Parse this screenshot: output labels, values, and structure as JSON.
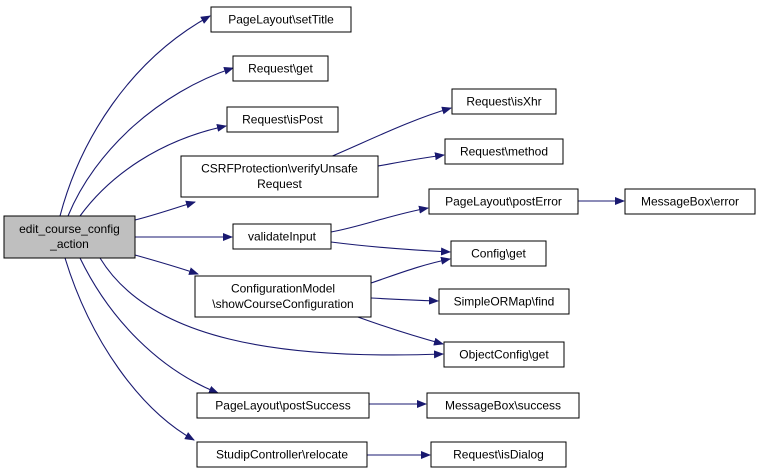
{
  "colors": {
    "edge": "#191970",
    "node_border": "#000000",
    "node_fill": "#ffffff",
    "root_fill": "#bfbfbf"
  },
  "nodes": {
    "root": [
      "edit_course_config",
      "_action"
    ],
    "setTitle": [
      "PageLayout\\setTitle"
    ],
    "reqGet": [
      "Request\\get"
    ],
    "isPost": [
      "Request\\isPost"
    ],
    "isXhr": [
      "Request\\isXhr"
    ],
    "csrf": [
      "CSRFProtection\\verifyUnsafe",
      "Request"
    ],
    "method": [
      "Request\\method"
    ],
    "postError": [
      "PageLayout\\postError"
    ],
    "msgError": [
      "MessageBox\\error"
    ],
    "validate": [
      "validateInput"
    ],
    "configGet": [
      "Config\\get"
    ],
    "cfgModel": [
      "ConfigurationModel",
      "\\showCourseConfiguration"
    ],
    "ormFind": [
      "SimpleORMap\\find"
    ],
    "objGet": [
      "ObjectConfig\\get"
    ],
    "postSuccess": [
      "PageLayout\\postSuccess"
    ],
    "msgSuccess": [
      "MessageBox\\success"
    ],
    "relocate": [
      "StudipController\\relocate"
    ],
    "isDialog": [
      "Request\\isDialog"
    ]
  }
}
